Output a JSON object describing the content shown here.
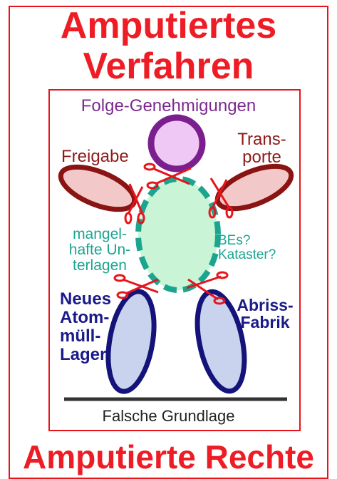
{
  "title_line1": "Amputiertes",
  "title_line2": "Verfahren",
  "bottom_title": "Amputierte Rechte",
  "labels": {
    "folge": "Folge-Genehmigungen",
    "freigabe": "Freigabe",
    "transporte_1": "Trans-",
    "transporte_2": "porte",
    "mangel_1": "mangel-",
    "mangel_2": "hafte Un-",
    "mangel_3": "terlagen",
    "bes_1": "BEs?",
    "bes_2": "Kataster?",
    "neues_1": "Neues",
    "neues_2": "Atom-",
    "neues_3": "müll-",
    "neues_4": "Lager",
    "abriss_1": "Abriss-",
    "abriss_2": "Fabrik",
    "falsche": "Falsche Grundlage"
  },
  "colors": {
    "frame": "#e8141b",
    "title": "#ee1c24",
    "head_fill": "#f0c8f5",
    "head_stroke": "#7b1f8f",
    "arm_fill": "#f3c8c8",
    "arm_stroke": "#8a1414",
    "body_fill": "#c9f5d6",
    "body_stroke": "#1aa58f",
    "leg_fill": "#c9d3ee",
    "leg_stroke": "#13137a",
    "ground": "#333333",
    "scissors": "#e8141b"
  }
}
